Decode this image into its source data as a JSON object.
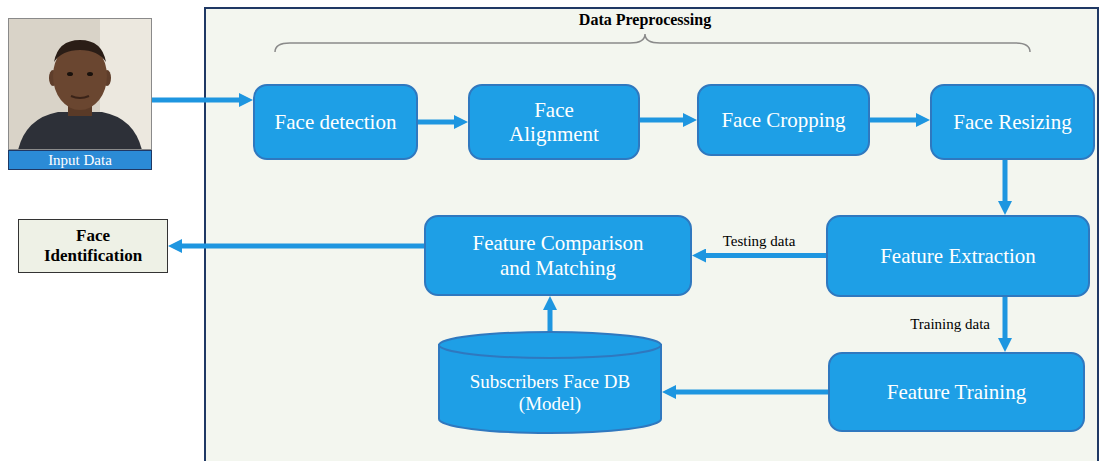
{
  "diagram": {
    "nodes": [
      {
        "text": [
          "Input Data"
        ]
      },
      {
        "text": [
          "Face detection"
        ]
      },
      {
        "text": [
          "Face Alignment"
        ]
      },
      {
        "text": [
          "Face Cropping"
        ]
      },
      {
        "text": [
          "Face Resizing"
        ]
      },
      {
        "text": [
          "Feature Extraction"
        ]
      },
      {
        "text": [
          "Feature Comparison and Matching"
        ]
      },
      {
        "text": [
          "Feature Training"
        ]
      },
      {
        "text": [
          "Subscribers Face DB (Model)"
        ]
      },
      {
        "text": [
          "Face Identification"
        ]
      }
    ],
    "edges": [
      {
        "from": 0,
        "to": 1,
        "arrow": "to"
      },
      {
        "from": 1,
        "to": 2,
        "arrow": "to"
      },
      {
        "from": 2,
        "to": 3,
        "arrow": "to"
      },
      {
        "from": 3,
        "to": 4,
        "arrow": "to"
      },
      {
        "from": 4,
        "to": 5,
        "arrow": "to"
      },
      {
        "from": 5,
        "to": 6,
        "label": "Testing data",
        "arrow": "to"
      },
      {
        "from": 5,
        "to": 7,
        "label": "Training data",
        "arrow": "to"
      },
      {
        "from": 7,
        "to": 8,
        "arrow": "to"
      },
      {
        "from": 8,
        "to": 6,
        "arrow": "to"
      },
      {
        "from": 6,
        "to": 9,
        "arrow": "to"
      }
    ],
    "labels": [
      "Data Preprocessing"
    ]
  }
}
